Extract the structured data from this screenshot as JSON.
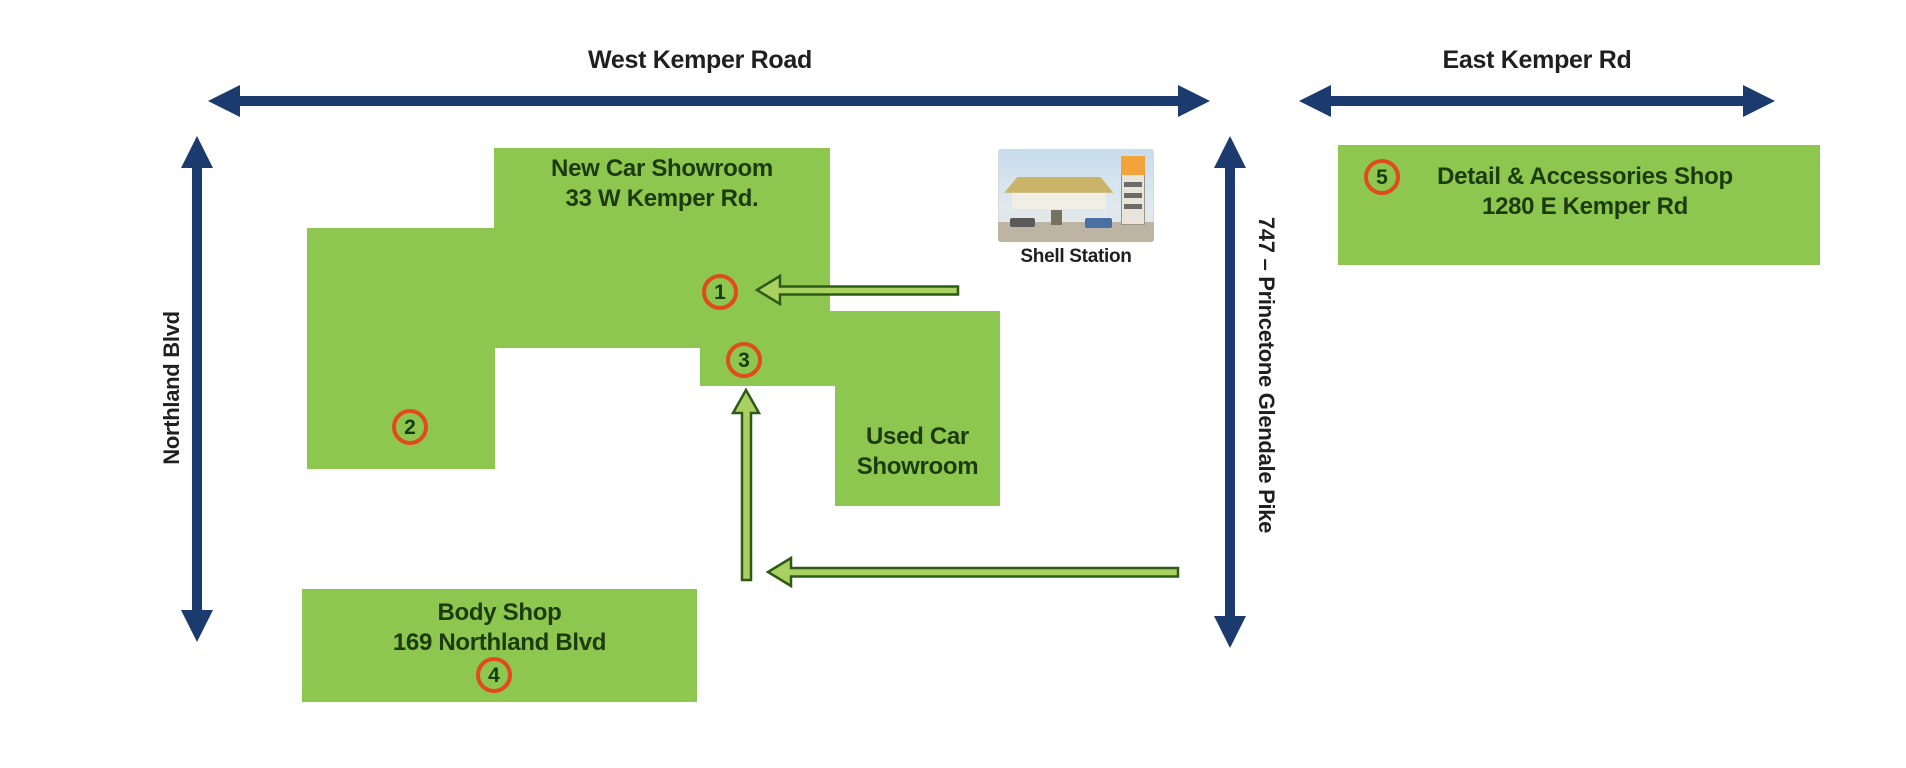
{
  "colors": {
    "building_green": "#8dc74f",
    "road_navy": "#1b3a6e",
    "marker_orange": "#e2491c",
    "arrow_green_fill": "#a9d162",
    "arrow_green_stroke": "#2d5b17",
    "label_dark_green": "#1c3b10",
    "text_black": "#1f1f1f"
  },
  "roads": {
    "west_kemper": "West Kemper Road",
    "east_kemper": "East Kemper Rd",
    "northland": "Northland Blvd",
    "pike": "747 – Princetone Glendale Pike"
  },
  "buildings": {
    "new_car": {
      "line1": "New Car Showroom",
      "line2": "33 W Kemper Rd."
    },
    "used_car": {
      "line1": "Used Car",
      "line2": "Showroom"
    },
    "body_shop": {
      "line1": "Body Shop",
      "line2": "169 Northland Blvd"
    },
    "detail_shop": {
      "line1": "Detail & Accessories Shop",
      "line2": "1280 E Kemper Rd"
    }
  },
  "markers": {
    "m1": "1",
    "m2": "2",
    "m3": "3",
    "m4": "4",
    "m5": "5"
  },
  "landmark": {
    "shell_label": "Shell Station"
  }
}
